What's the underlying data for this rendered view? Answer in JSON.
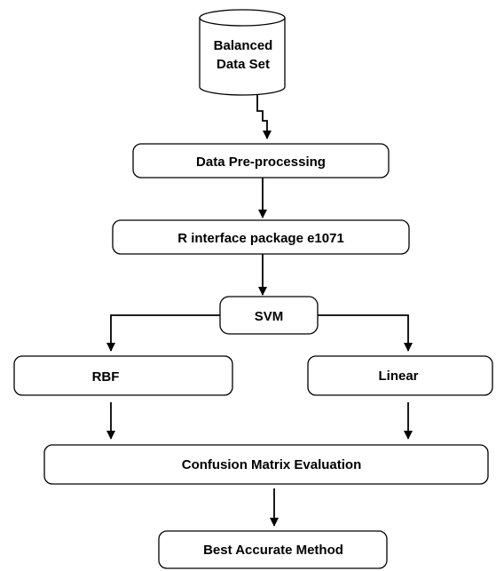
{
  "nodes": {
    "balanced_data_set": {
      "line1": "Balanced",
      "line2": "Data Set"
    },
    "data_preprocessing": "Data Pre-processing",
    "r_interface": "R interface package e1071",
    "svm": "SVM",
    "rbf": "RBF",
    "linear": "Linear",
    "confusion_matrix": "Confusion Matrix Evaluation",
    "best_method": "Best Accurate Method"
  }
}
